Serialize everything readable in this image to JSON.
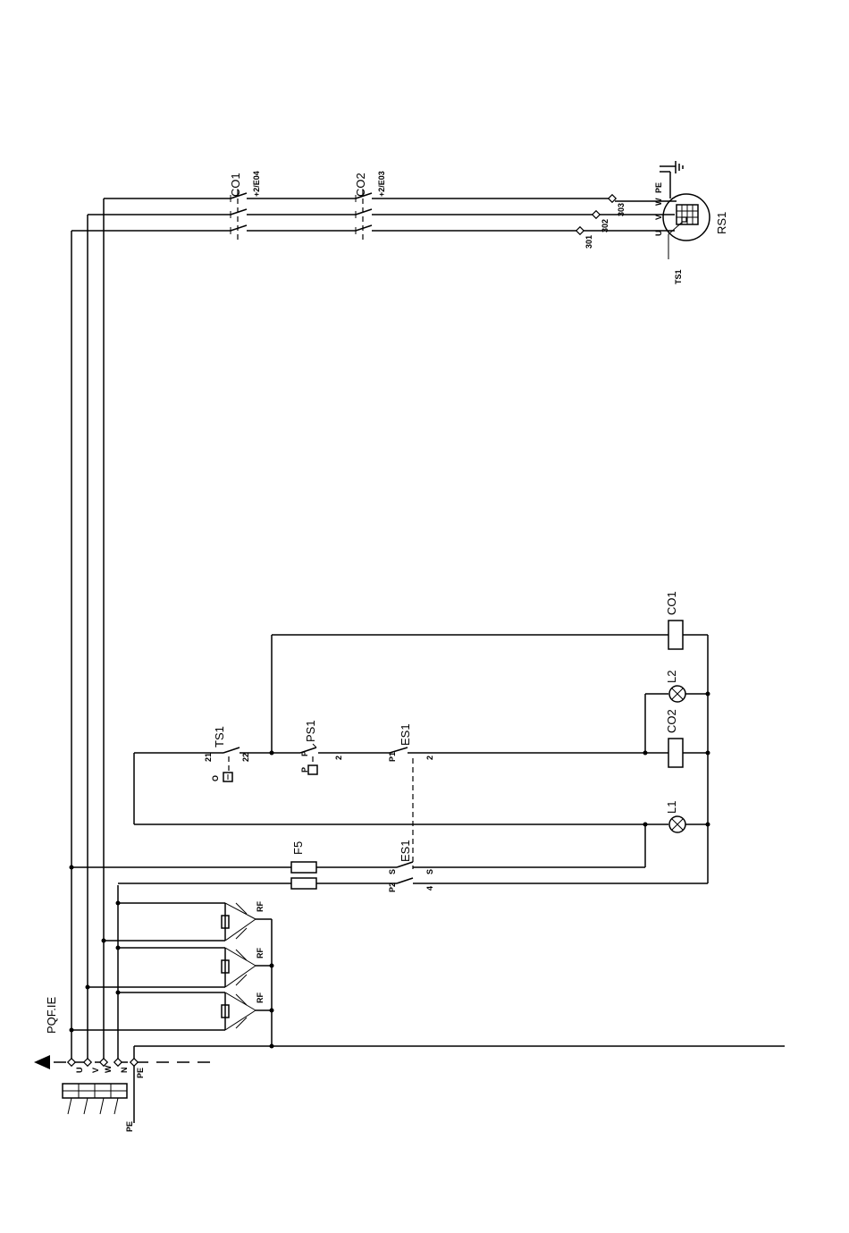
{
  "labels": {
    "main_switch": "PQF.IE",
    "contactor1": "CO1",
    "contactor2": "CO2",
    "ref1": "+2/E04",
    "ref2": "+2/E03",
    "motor": "RS1",
    "thermal_label": "TS1",
    "motor_u": "U",
    "motor_v": "V",
    "motor_w": "W",
    "motor_pe": "PE",
    "t301": "301",
    "t302": "302",
    "t303": "303",
    "fuse": "F5",
    "estop_top": "ES1",
    "estop_bottom": "ES1",
    "pressure": "PS1",
    "thermal_switch": "TS1",
    "lamp1": "L1",
    "lamp2": "L2",
    "coil1": "CO1",
    "coil2": "CO2",
    "n21": "21",
    "n22": "22",
    "nP": "P",
    "nP2": "P",
    "n2a": "2",
    "nP1": "P1",
    "n2b": "2",
    "nP2b": "P2",
    "n4": "4",
    "s1": "S",
    "s2": "S",
    "nO": "O",
    "bus_u": "U",
    "bus_v": "V",
    "bus_w": "W",
    "bus_n": "N",
    "bus_pe": "PE",
    "pe_bottom": "PE",
    "filt1": "RF",
    "filt2": "RF",
    "filt3": "RF"
  }
}
